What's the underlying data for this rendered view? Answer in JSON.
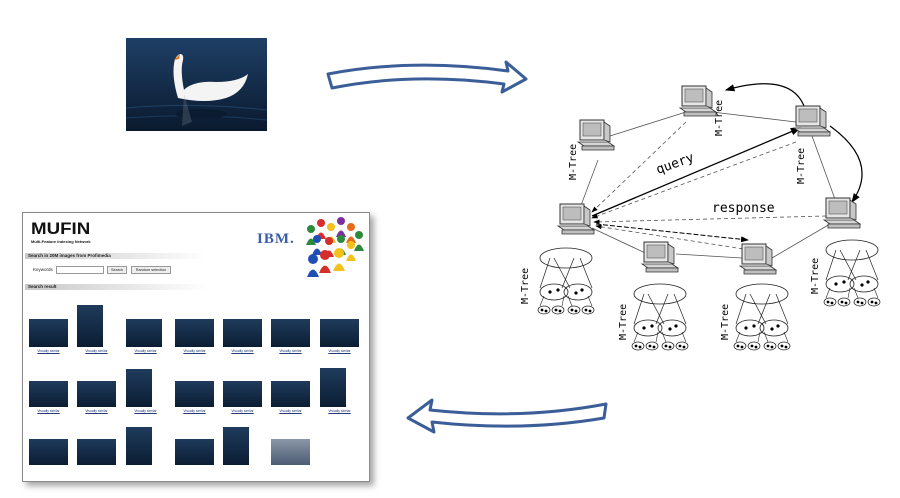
{
  "screenshot": {
    "logo": "MUFIN",
    "logo_sub": "Multi-Feature Indexing Network",
    "brand": "IBM.",
    "search_header": "Search in 20M images from Profimedia",
    "keywords_label": "Keywords",
    "search_button": "Search",
    "random_button": "Random selection",
    "result_header": "Search result",
    "similar_link": "Visually similar"
  },
  "network": {
    "query_label": "query",
    "response_label": "response",
    "mtree_label": "M-Tree"
  },
  "colors": {
    "arrow_fill": "#ffffff",
    "arrow_stroke": "#3c5e98",
    "ibm_blue": "#3b5ea8",
    "water": "#1f3b5c"
  }
}
